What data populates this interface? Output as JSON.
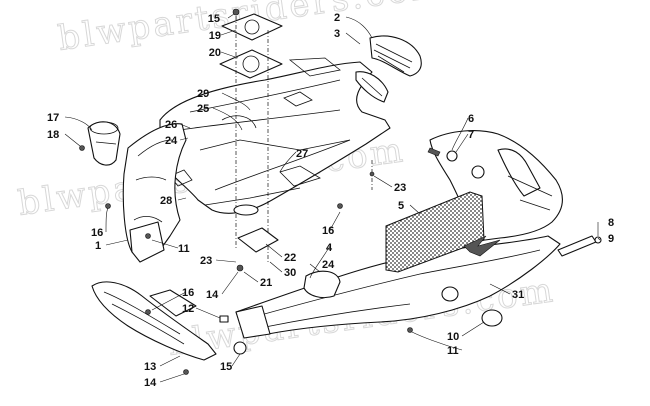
{
  "watermark": "blwpartsriders.com",
  "callouts": [
    {
      "id": "15a",
      "text": "15"
    },
    {
      "id": "19",
      "text": "19"
    },
    {
      "id": "20",
      "text": "20"
    },
    {
      "id": "2",
      "text": "2"
    },
    {
      "id": "3",
      "text": "3"
    },
    {
      "id": "29",
      "text": "29"
    },
    {
      "id": "25",
      "text": "25"
    },
    {
      "id": "26",
      "text": "26"
    },
    {
      "id": "24a",
      "text": "24"
    },
    {
      "id": "17",
      "text": "17"
    },
    {
      "id": "18",
      "text": "18"
    },
    {
      "id": "6",
      "text": "6"
    },
    {
      "id": "7",
      "text": "7"
    },
    {
      "id": "27",
      "text": "27"
    },
    {
      "id": "23a",
      "text": "23"
    },
    {
      "id": "5",
      "text": "5"
    },
    {
      "id": "28",
      "text": "28"
    },
    {
      "id": "16a",
      "text": "16"
    },
    {
      "id": "16b",
      "text": "16"
    },
    {
      "id": "1",
      "text": "1"
    },
    {
      "id": "11a",
      "text": "11"
    },
    {
      "id": "4",
      "text": "4"
    },
    {
      "id": "24b",
      "text": "24"
    },
    {
      "id": "22",
      "text": "22"
    },
    {
      "id": "23b",
      "text": "23"
    },
    {
      "id": "30",
      "text": "30"
    },
    {
      "id": "21",
      "text": "21"
    },
    {
      "id": "14a",
      "text": "14"
    },
    {
      "id": "8",
      "text": "8"
    },
    {
      "id": "9",
      "text": "9"
    },
    {
      "id": "16c",
      "text": "16"
    },
    {
      "id": "12",
      "text": "12"
    },
    {
      "id": "31",
      "text": "31"
    },
    {
      "id": "10",
      "text": "10"
    },
    {
      "id": "11b",
      "text": "11"
    },
    {
      "id": "13",
      "text": "13"
    },
    {
      "id": "14b",
      "text": "14"
    },
    {
      "id": "15b",
      "text": "15"
    }
  ]
}
